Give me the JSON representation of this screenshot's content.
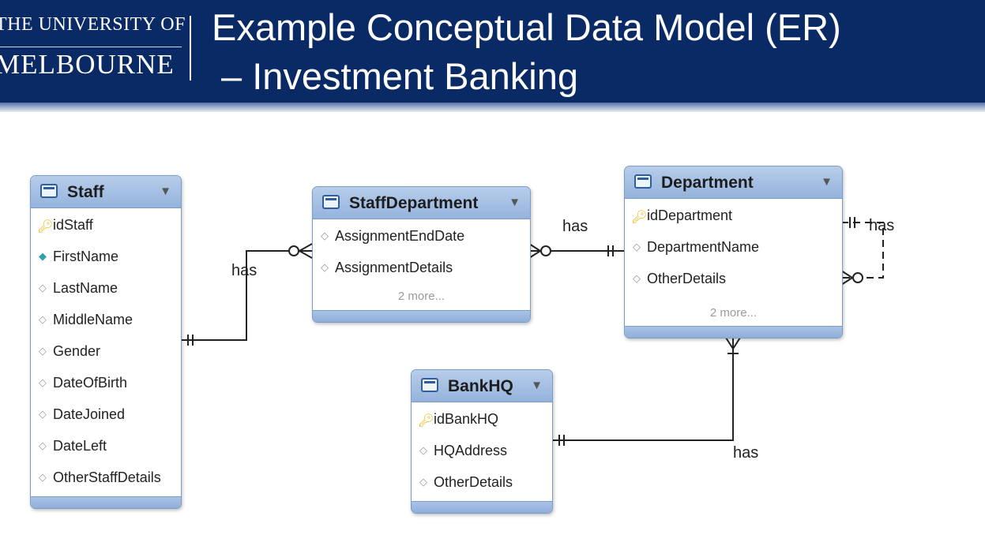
{
  "header": {
    "logo_line1": "THE UNIVERSITY OF",
    "logo_line2": "MELBOURNE",
    "title_line1": "Example Conceptual Data Model (ER)",
    "title_line2": "– Investment Banking"
  },
  "entities": {
    "staff": {
      "name": "Staff",
      "attributes": [
        {
          "label": "idStaff",
          "icon": "key-icon"
        },
        {
          "label": "FirstName",
          "icon": "filled-diamond-icon"
        },
        {
          "label": "LastName",
          "icon": "diamond-icon"
        },
        {
          "label": "MiddleName",
          "icon": "diamond-icon"
        },
        {
          "label": "Gender",
          "icon": "diamond-icon"
        },
        {
          "label": "DateOfBirth",
          "icon": "diamond-icon"
        },
        {
          "label": "DateJoined",
          "icon": "diamond-icon"
        },
        {
          "label": "DateLeft",
          "icon": "diamond-icon"
        },
        {
          "label": "OtherStaffDetails",
          "icon": "diamond-icon"
        }
      ]
    },
    "staff_department": {
      "name": "StaffDepartment",
      "attributes": [
        {
          "label": "AssignmentEndDate",
          "icon": "diamond-icon"
        },
        {
          "label": "AssignmentDetails",
          "icon": "diamond-icon"
        }
      ],
      "more": "2 more..."
    },
    "department": {
      "name": "Department",
      "attributes": [
        {
          "label": "idDepartment",
          "icon": "key-icon"
        },
        {
          "label": "DepartmentName",
          "icon": "diamond-icon"
        },
        {
          "label": "OtherDetails",
          "icon": "diamond-icon"
        }
      ],
      "more": "2 more..."
    },
    "bank_hq": {
      "name": "BankHQ",
      "attributes": [
        {
          "label": "idBankHQ",
          "icon": "key-icon"
        },
        {
          "label": "HQAddress",
          "icon": "diamond-icon"
        },
        {
          "label": "OtherDetails",
          "icon": "diamond-icon"
        }
      ]
    }
  },
  "relationships": {
    "staff_staffdept": "has",
    "staffdept_dept": "has",
    "dept_self": "has",
    "bankhq_dept": "has"
  },
  "colors": {
    "header_bg": "#0a2a66",
    "entity_header": "#a6c0e4",
    "key_icon": "#e8b300"
  }
}
